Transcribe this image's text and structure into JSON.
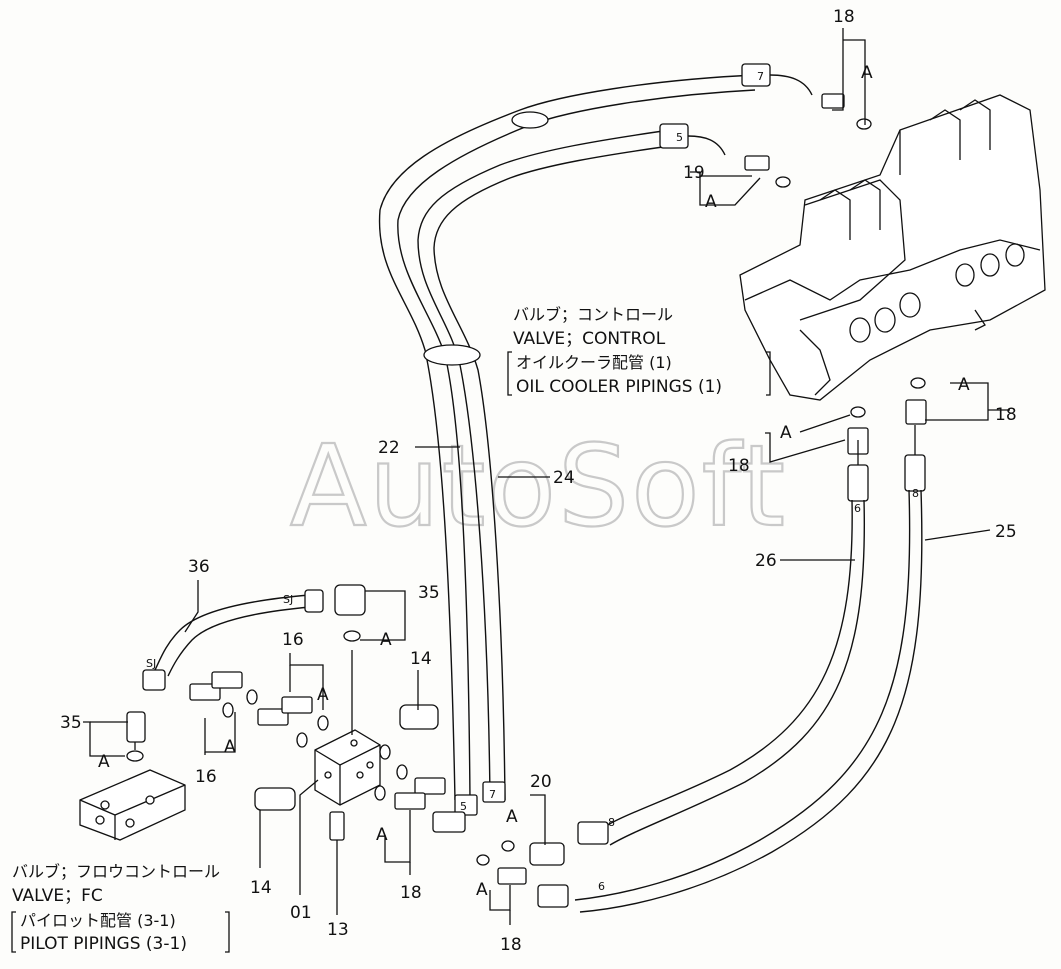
{
  "watermark": "AutoSoft",
  "callouts": {
    "c18_top": "18",
    "c19": "19",
    "c22": "22",
    "c24": "24",
    "c18_right": "18",
    "c18_mid": "18",
    "c25": "25",
    "c26": "26",
    "c36": "36",
    "c35_top": "35",
    "c35_left": "35",
    "c16_top": "16",
    "c16_left": "16",
    "c14_top": "14",
    "c14_bottom": "14",
    "c01": "01",
    "c13": "13",
    "c18_bottom_mid": "18",
    "c18_bottom": "18",
    "c20": "20"
  },
  "sub_labels": {
    "a": "A",
    "sj": "SJ",
    "hose5": "5",
    "hose6": "6",
    "hose7": "7",
    "hose8": "8"
  },
  "note_control": {
    "jp_title": "バルブ；コントロール",
    "en_title": "VALVE；CONTROL",
    "jp_ref": "オイルクーラ配管 (1)",
    "en_ref": "OIL COOLER PIPINGS (1)"
  },
  "note_fc": {
    "jp_title": "バルブ；フロウコントロール",
    "en_title": "VALVE；FC",
    "jp_ref": "パイロット配管 (3-1)",
    "en_ref": "PILOT PIPINGS (3-1)"
  }
}
